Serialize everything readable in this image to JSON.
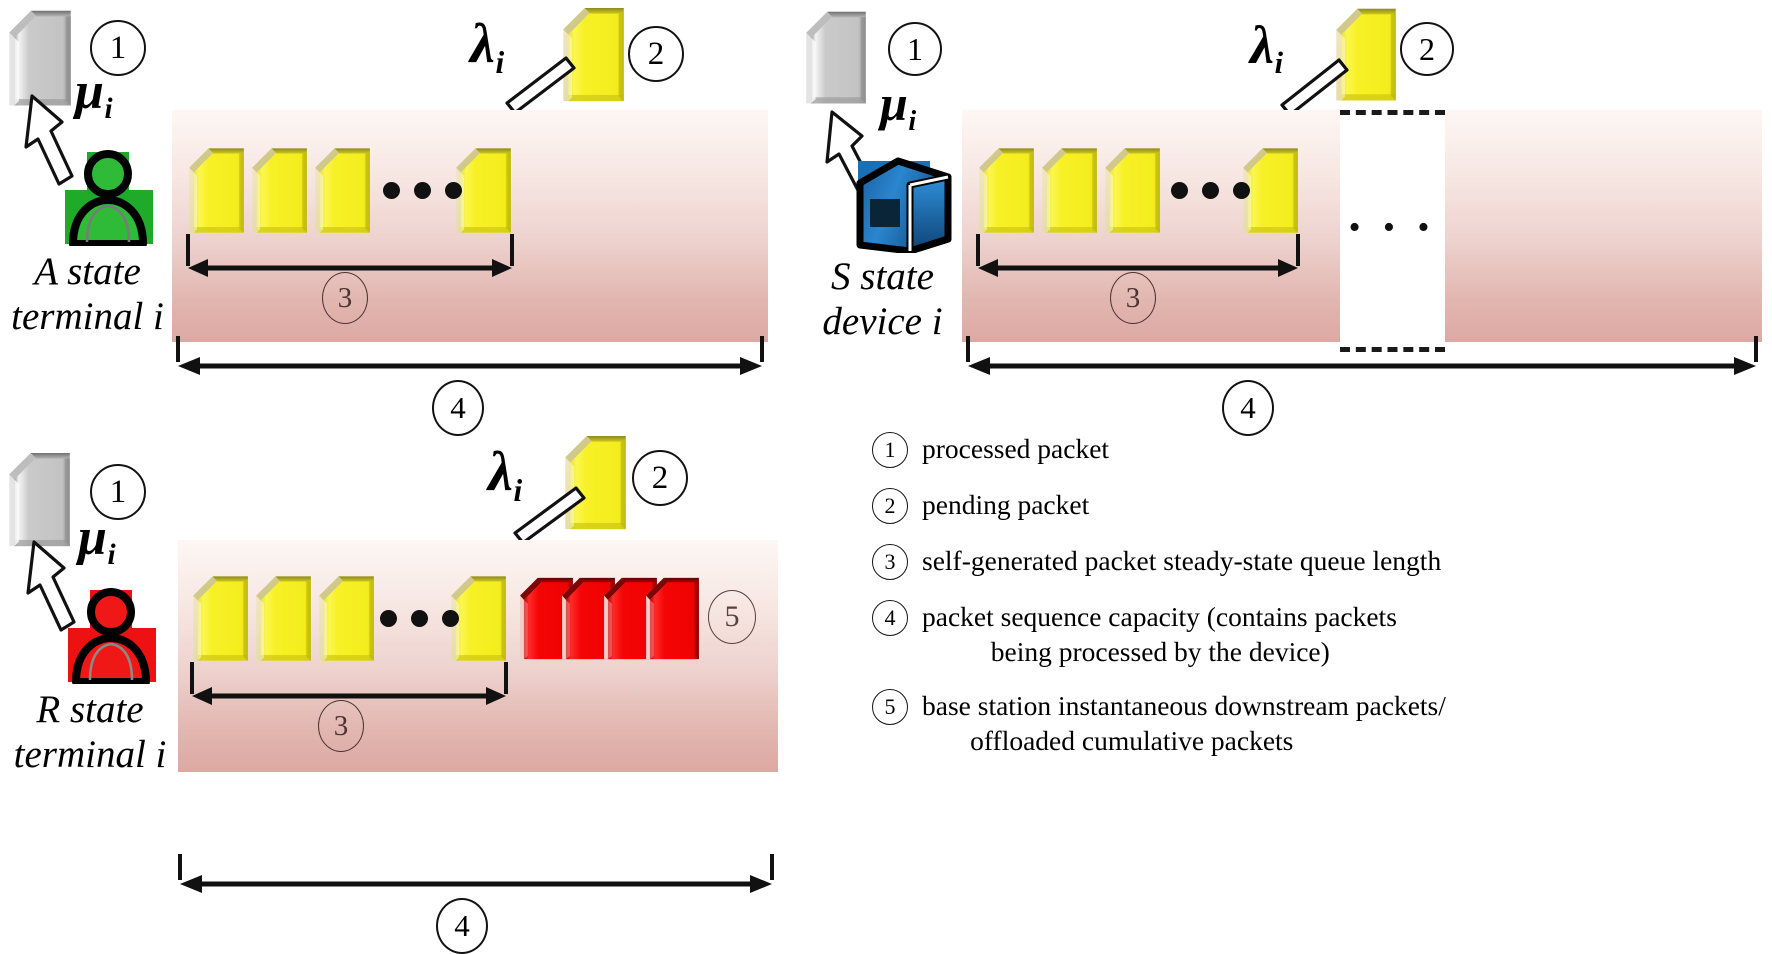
{
  "panels": [
    {
      "id": "panel-a",
      "state_label": "A state\nterminal i",
      "state_letter": "A",
      "actor": "person-green",
      "service_rate": "μ",
      "service_rate_sub": "i",
      "arrival_rate": "λ",
      "arrival_rate_sub": "i",
      "badge_processed": "1",
      "badge_pending": "2",
      "badge_queue": "3",
      "badge_capacity": "4",
      "queue_packets": 4,
      "ellipsis": "•••",
      "has_red_packets": false,
      "has_dashed_box": false
    },
    {
      "id": "panel-s",
      "state_label": "S state\ndevice i",
      "state_letter": "S",
      "actor": "server-blue",
      "service_rate": "μ",
      "service_rate_sub": "i",
      "arrival_rate": "λ",
      "arrival_rate_sub": "i",
      "badge_processed": "1",
      "badge_pending": "2",
      "badge_queue": "3",
      "badge_capacity": "4",
      "queue_packets": 4,
      "ellipsis": "•••",
      "has_red_packets": false,
      "has_dashed_box": true,
      "dashed_box_dots": "• • •"
    },
    {
      "id": "panel-r",
      "state_label": "R state\nterminal i",
      "state_letter": "R",
      "actor": "person-red",
      "service_rate": "μ",
      "service_rate_sub": "i",
      "arrival_rate": "λ",
      "arrival_rate_sub": "i",
      "badge_processed": "1",
      "badge_pending": "2",
      "badge_queue": "3",
      "badge_capacity": "4",
      "badge_downstream": "5",
      "queue_packets": 4,
      "ellipsis": "•••",
      "has_red_packets": true,
      "red_packets": 4,
      "has_dashed_box": false
    }
  ],
  "legend": {
    "items": [
      {
        "num": "1",
        "text": "processed packet"
      },
      {
        "num": "2",
        "text": "pending packet"
      },
      {
        "num": "3",
        "text": "self-generated packet steady-state queue length"
      },
      {
        "num": "4",
        "text": "packet sequence capacity (contains packets\n          being processed by the device)"
      },
      {
        "num": "5",
        "text": "base station instantaneous downstream packets/\n       offloaded cumulative packets"
      }
    ]
  },
  "colors": {
    "packet_pending": "#f5ee25",
    "packet_processed": "#c4c4c4",
    "packet_downstream": "#f40505",
    "strip_top": "#fdf7f4",
    "strip_bottom": "#dda8a2",
    "actor_green": "#1faa2a",
    "actor_red": "#ee1111",
    "server_blue": "#1a6fb5",
    "outline": "#111111"
  }
}
